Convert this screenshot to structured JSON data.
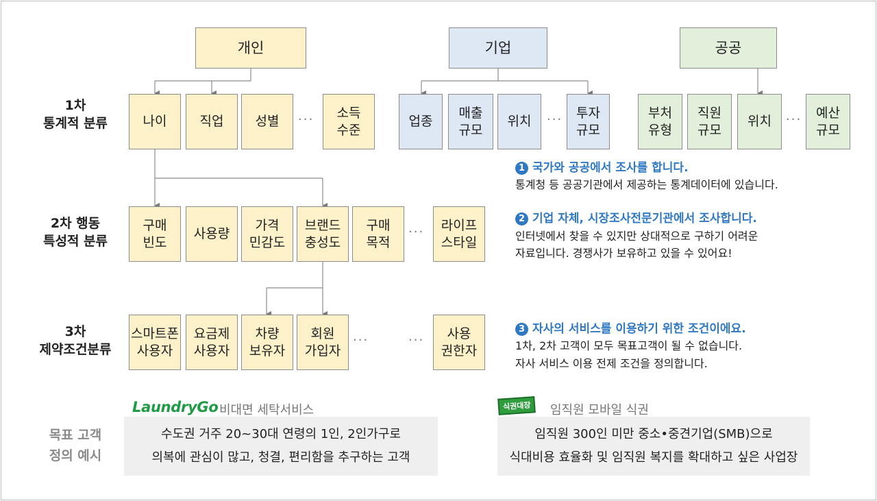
{
  "columns": {
    "individual": "개인",
    "enterprise": "기업",
    "public": "공공"
  },
  "row_labels": {
    "first": "1차\n통계적 분류",
    "second": "2차 행동\n특성적 분류",
    "third": "3차\n제약조건분류"
  },
  "first_individual": [
    "나이",
    "직업",
    "성별",
    "소득\n수준"
  ],
  "first_enterprise": [
    "업종",
    "매출\n규모",
    "위치",
    "투자\n규모"
  ],
  "first_public": [
    "부처\n유형",
    "직원\n규모",
    "위치",
    "예산\n규모"
  ],
  "second": [
    "구매\n빈도",
    "사용량",
    "가격\n민감도",
    "브랜드\n충성도",
    "구매\n목적",
    "라이프\n스타일"
  ],
  "third": [
    "스마트폰\n사용자",
    "요금제\n사용자",
    "차량\n보유자",
    "회원\n가입자",
    "사용\n권한자"
  ],
  "ellipsis": "···",
  "notes": [
    {
      "num": "1",
      "title": "국가와 공공에서 조사를 합니다.",
      "lines": [
        "통계청 등 공공기관에서 제공하는 통계데이터에 있습니다."
      ]
    },
    {
      "num": "2",
      "title": "기업 자체, 시장조사전문기관에서 조사합니다.",
      "lines": [
        "인터넷에서 찾을 수 있지만 상대적으로 구하기 어려운",
        "자료입니다. 경쟁사가 보유하고 있을 수 있어요!"
      ]
    },
    {
      "num": "3",
      "title": "자사의 서비스를 이용하기 위한 조건이에요.",
      "lines": [
        "1차, 2차 고객이 모두 목표고객이 될 수 없습니다.",
        "자사 서비스 이용 전제 조건을 정의합니다."
      ]
    }
  ],
  "goal": {
    "label": "목표 고객\n정의 예시",
    "laundry": {
      "logo": "LaundryGo",
      "subtitle": "비대면 세탁서비스",
      "lines": [
        "수도권 거주 20~30대 연령의 1인, 2인가구로",
        "의복에 관심이 많고, 청결, 편리함을 추구하는 고객"
      ]
    },
    "meal": {
      "logo": "식권대장",
      "subtitle": "임직원 모바일 식권",
      "lines": [
        "임직원 300인 미만 중소•중견기업(SMB)으로",
        "식대비용 효율화 및 임직원 복지를 확대하고 싶은 사업장"
      ]
    }
  },
  "colors": {
    "individual": "#fdf1c9",
    "enterprise": "#dde8f4",
    "public": "#e2efdb",
    "accent": "#2e78c4",
    "laundry_green": "#1f9a45"
  }
}
